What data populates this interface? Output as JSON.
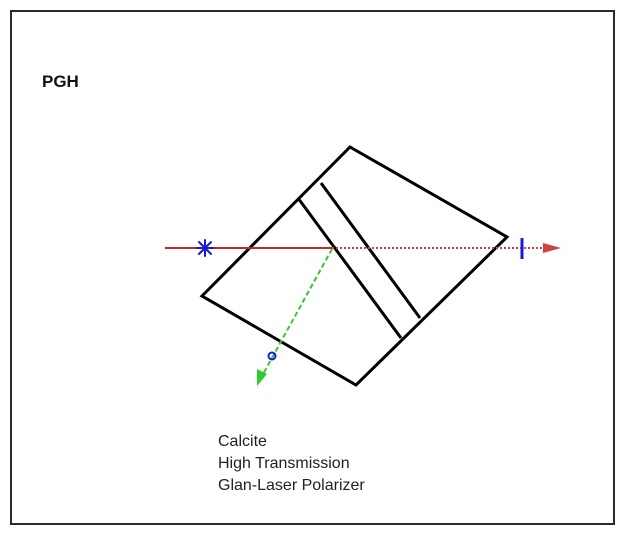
{
  "title": "PGH",
  "caption": [
    "Calcite",
    "High Transmission",
    "Glan-Laser Polarizer"
  ],
  "colors": {
    "frame": "#2a2a2a",
    "prism_outline": "#000000",
    "input_beam": "#c0282d",
    "transmitted_beam_dots": "#d04040",
    "rejected_beam": "#2ecc2e",
    "polarization_marks": "#1a1ad6"
  },
  "icons": {
    "input_polarization": "asterisk-icon",
    "transmitted_polarization": "vertical-bar-icon",
    "rejected_polarization": "dot-icon"
  }
}
